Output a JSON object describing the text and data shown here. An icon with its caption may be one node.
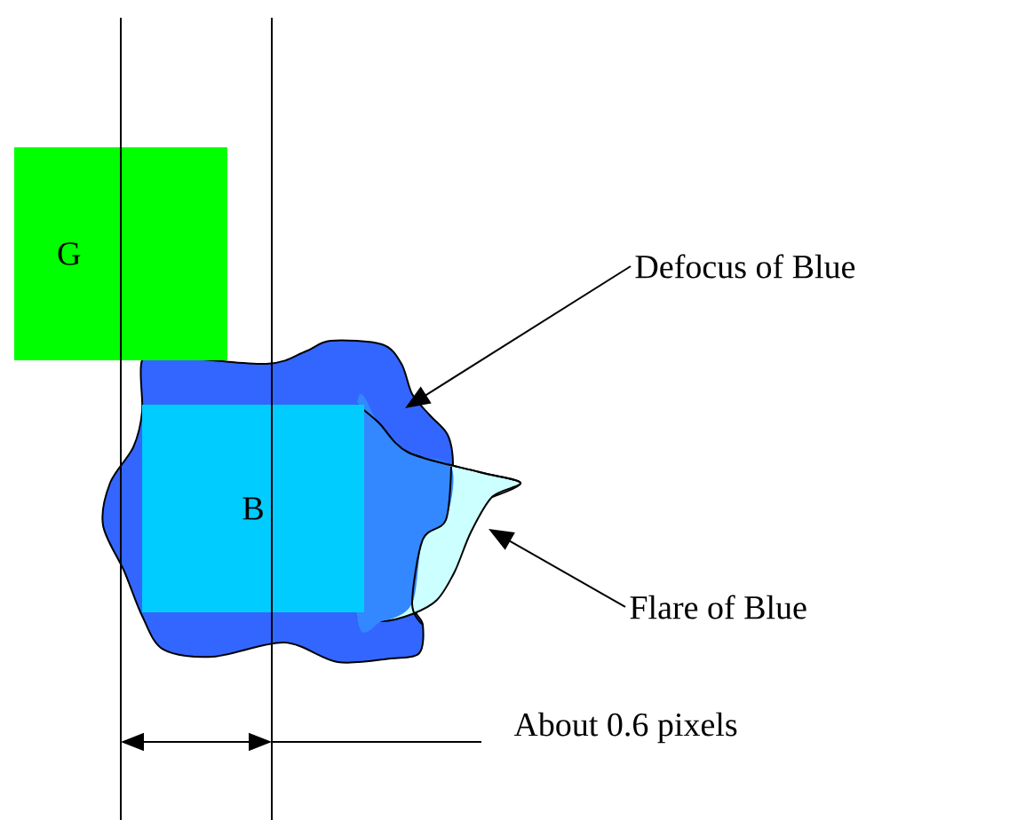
{
  "diagram": {
    "nodes": [
      {
        "text": [
          "G"
        ]
      },
      {
        "text": [],
        "shape": "cloud"
      },
      {
        "text": [
          "B"
        ],
        "in": 1
      },
      {
        "text": [],
        "shape": "cloud"
      },
      {
        "text": [
          "Defocus of Blue"
        ]
      },
      {
        "text": [
          "Flare of Blue"
        ]
      }
    ],
    "edges": [
      {
        "from": 4,
        "to": 1,
        "arrow": "to"
      },
      {
        "from": 5,
        "to": 3,
        "arrow": "to"
      }
    ],
    "labels": [
      "About 0.6 pixels"
    ]
  }
}
